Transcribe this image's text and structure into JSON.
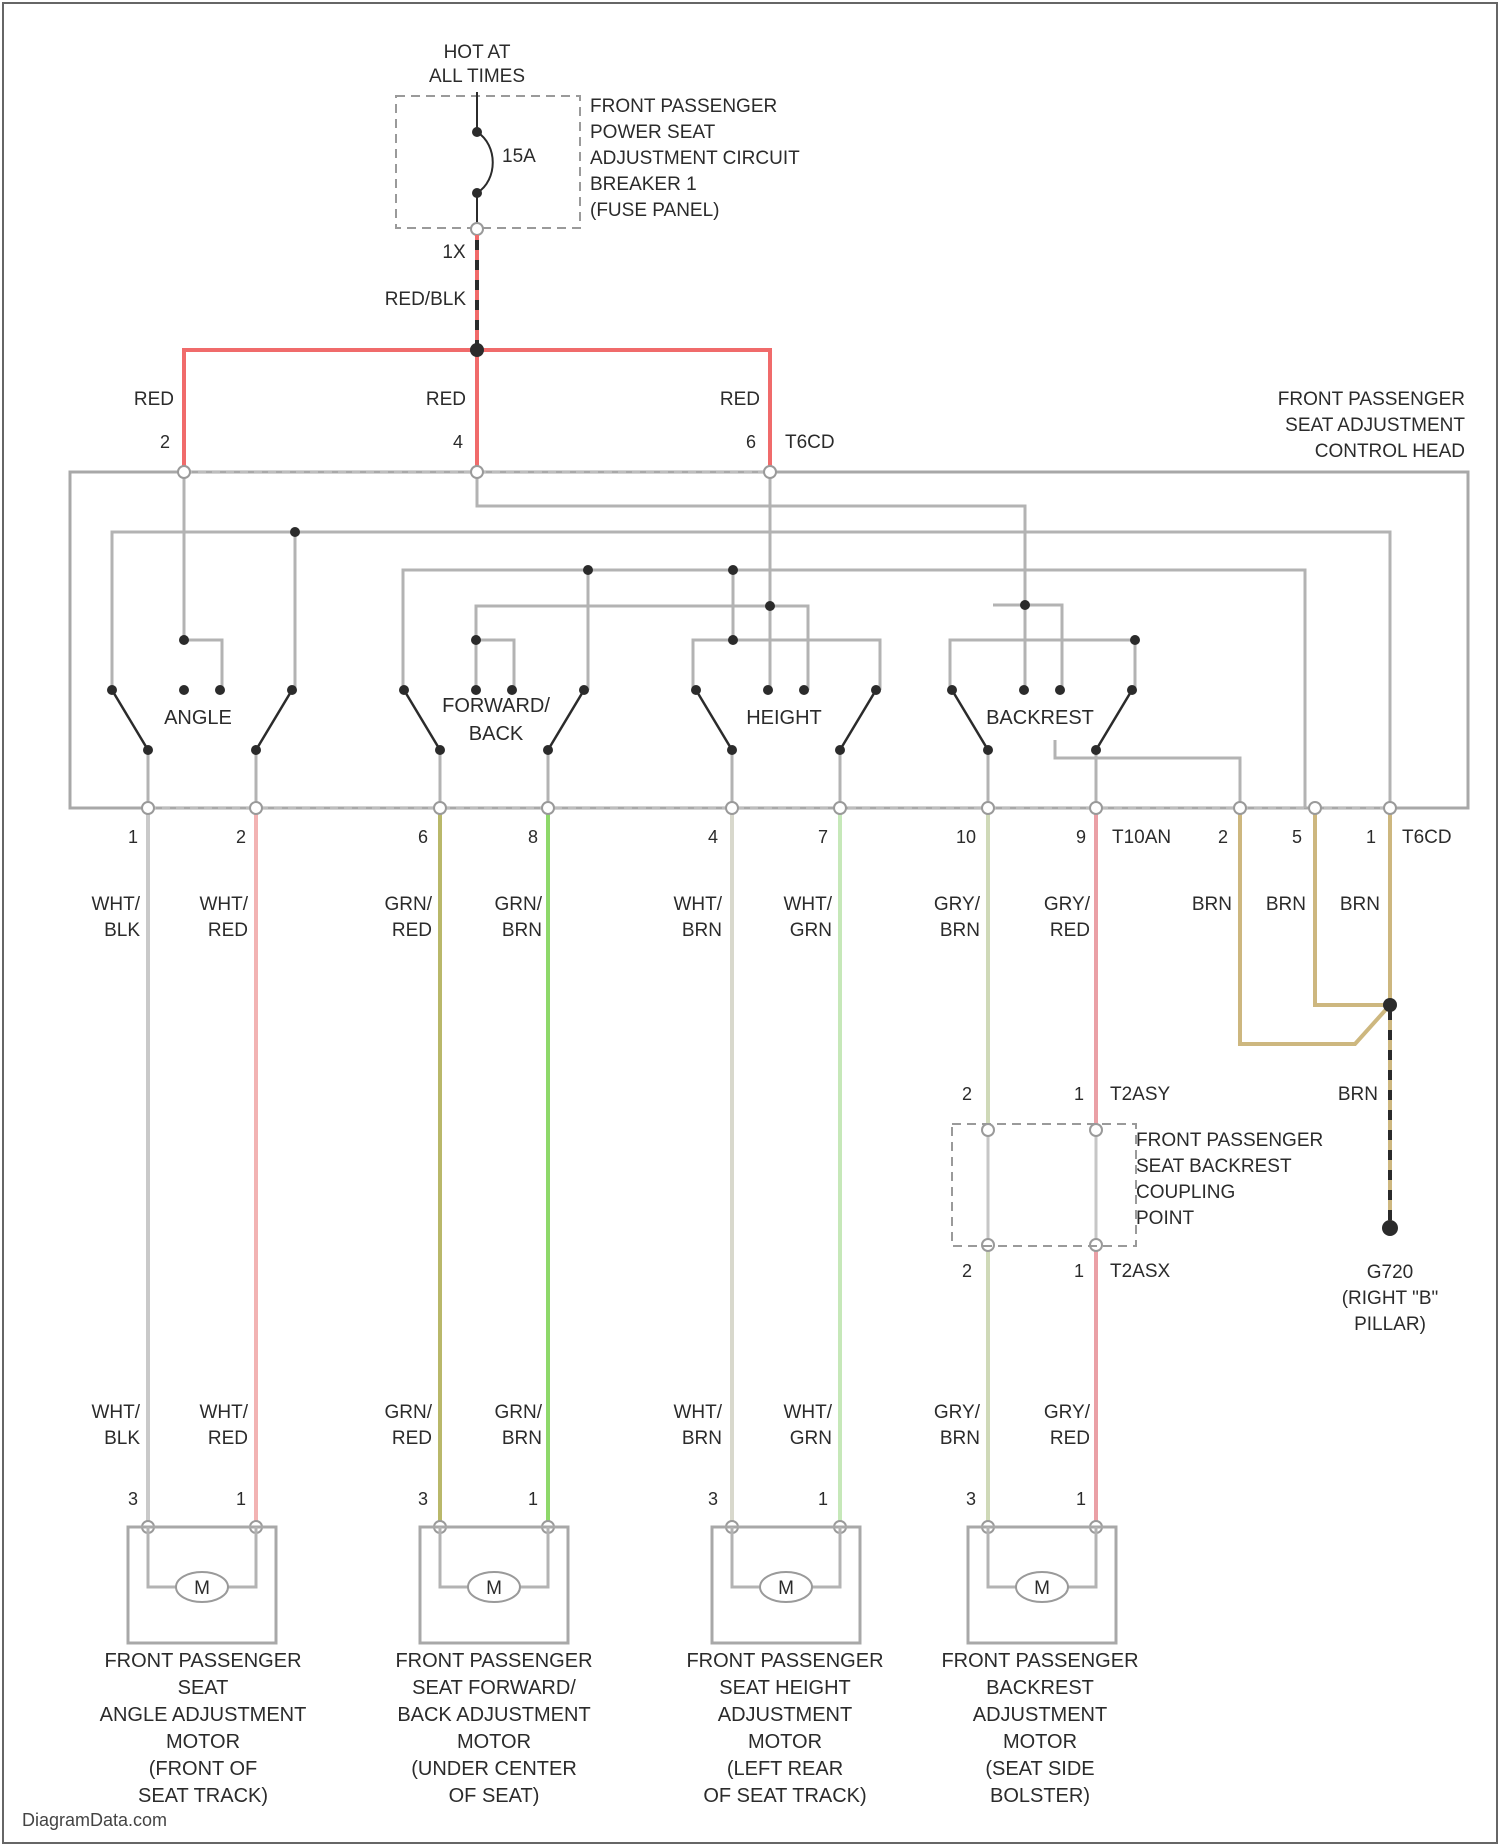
{
  "source": {
    "line1": "HOT AT",
    "line2": "ALL TIMES",
    "fuse_rating": "15A",
    "fuse_pin": "1X",
    "fuse_label": [
      "FRONT PASSENGER",
      "POWER SEAT",
      "ADJUSTMENT CIRCUIT",
      "BREAKER 1",
      "(FUSE PANEL)"
    ]
  },
  "feed_wire": "RED/BLK",
  "control_head": {
    "label": [
      "FRONT PASSENGER",
      "SEAT ADJUSTMENT",
      "CONTROL HEAD"
    ],
    "connector_top": "T6CD",
    "connector_bottom_mid": "T10AN",
    "connector_bottom_right": "T6CD",
    "top_wires": [
      {
        "pin": "2",
        "color_label": "RED"
      },
      {
        "pin": "4",
        "color_label": "RED"
      },
      {
        "pin": "6",
        "color_label": "RED"
      }
    ],
    "switches": [
      {
        "label": [
          "ANGLE"
        ]
      },
      {
        "label": [
          "FORWARD/",
          "BACK"
        ]
      },
      {
        "label": [
          "HEIGHT"
        ]
      },
      {
        "label": [
          "BACKREST"
        ]
      }
    ]
  },
  "bottom_wires": [
    {
      "pin": "1",
      "color_label": [
        "WHT/",
        "BLK"
      ],
      "color": "#c9c9c9"
    },
    {
      "pin": "2",
      "color_label": [
        "WHT/",
        "RED"
      ],
      "color": "#f2b3b3"
    },
    {
      "pin": "6",
      "color_label": [
        "GRN/",
        "RED"
      ],
      "color": "#b9b86a"
    },
    {
      "pin": "8",
      "color_label": [
        "GRN/",
        "BRN"
      ],
      "color": "#8ed86a"
    },
    {
      "pin": "4",
      "color_label": [
        "WHT/",
        "BRN"
      ],
      "color": "#d8d8cc"
    },
    {
      "pin": "7",
      "color_label": [
        "WHT/",
        "GRN"
      ],
      "color": "#c6e8b9"
    },
    {
      "pin": "10",
      "color_label": [
        "GRY/",
        "BRN"
      ],
      "color": "#cfd9b8"
    },
    {
      "pin": "9",
      "color_label": [
        "GRY/",
        "RED"
      ],
      "color": "#eaa0a6"
    }
  ],
  "ground_wires": [
    {
      "pin": "2",
      "color_label": "BRN"
    },
    {
      "pin": "5",
      "color_label": "BRN"
    },
    {
      "pin": "1",
      "color_label": "BRN"
    }
  ],
  "ground": {
    "wire": "BRN",
    "label": [
      "G720",
      "(RIGHT \"B\"",
      "PILLAR)"
    ]
  },
  "coupling": {
    "label": [
      "FRONT PASSENGER",
      "SEAT BACKREST",
      "COUPLING",
      "POINT"
    ],
    "connector_top": "T2ASY",
    "connector_bottom": "T2ASX",
    "pins_top": [
      "2",
      "1"
    ],
    "pins_bottom": [
      "2",
      "1"
    ]
  },
  "motor_wires": [
    {
      "pin": "3",
      "color_label": [
        "WHT/",
        "BLK"
      ]
    },
    {
      "pin": "1",
      "color_label": [
        "WHT/",
        "RED"
      ]
    },
    {
      "pin": "3",
      "color_label": [
        "GRN/",
        "RED"
      ]
    },
    {
      "pin": "1",
      "color_label": [
        "GRN/",
        "BRN"
      ]
    },
    {
      "pin": "3",
      "color_label": [
        "WHT/",
        "BRN"
      ]
    },
    {
      "pin": "1",
      "color_label": [
        "WHT/",
        "GRN"
      ]
    },
    {
      "pin": "3",
      "color_label": [
        "GRY/",
        "BRN"
      ]
    },
    {
      "pin": "1",
      "color_label": [
        "GRY/",
        "RED"
      ]
    }
  ],
  "motor_symbol": "M",
  "motors": [
    {
      "label": [
        "FRONT PASSENGER",
        "SEAT",
        "ANGLE ADJUSTMENT",
        "MOTOR",
        "(FRONT OF",
        "SEAT TRACK)"
      ]
    },
    {
      "label": [
        "FRONT PASSENGER",
        "SEAT FORWARD/",
        "BACK ADJUSTMENT",
        "MOTOR",
        "(UNDER CENTER",
        "OF SEAT)"
      ]
    },
    {
      "label": [
        "FRONT PASSENGER",
        "SEAT HEIGHT",
        "ADJUSTMENT",
        "MOTOR",
        "(LEFT REAR",
        "OF SEAT TRACK)"
      ]
    },
    {
      "label": [
        "FRONT PASSENGER",
        "BACKREST",
        "ADJUSTMENT",
        "MOTOR",
        "(SEAT SIDE",
        "BOLSTER)"
      ]
    }
  ],
  "watermark": "DiagramData.com",
  "colors": {
    "red": "#f06b6b",
    "gray": "#b3b3b3",
    "brown": "#cdb77f",
    "ink": "#2b2b2b"
  }
}
